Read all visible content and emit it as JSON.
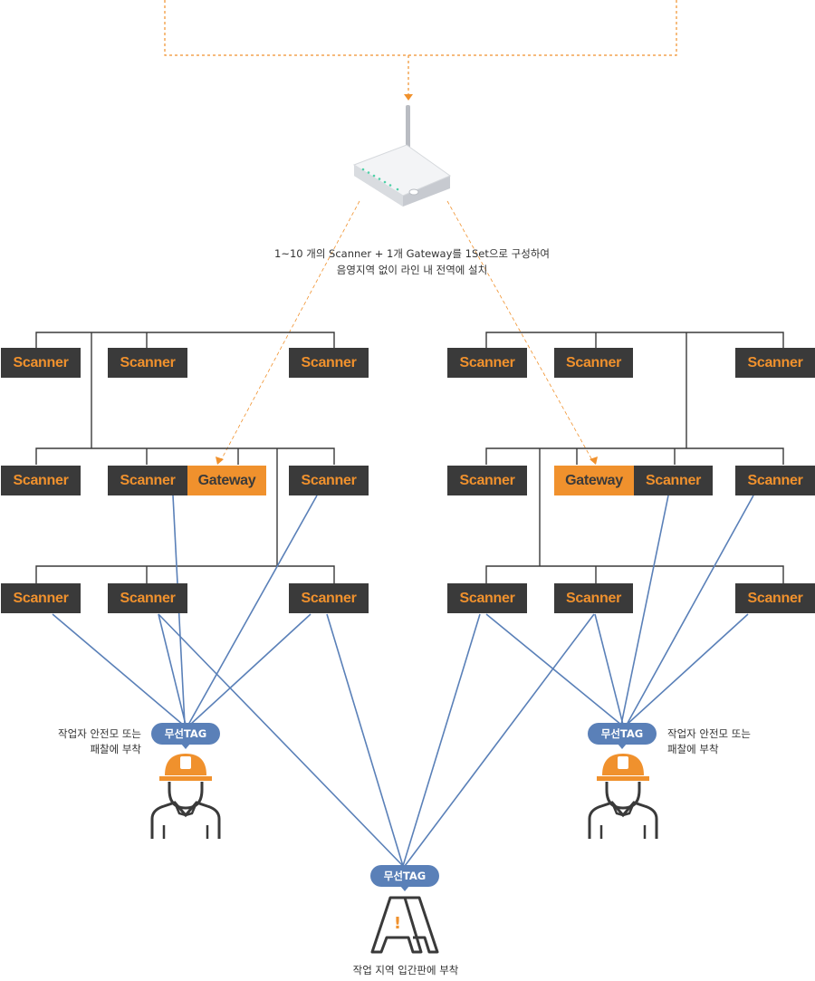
{
  "labels": {
    "scanner": "Scanner",
    "gateway": "Gateway",
    "tag": "무선TAG"
  },
  "caption": {
    "line1": "1~10 개의 Scanner + 1개 Gateway를 1Set으로 구성하여",
    "line2": "음영지역 없이 라인 내 전역에 설치"
  },
  "worker_note": {
    "line1": "작업자 안전모 또는",
    "line2": "패찰에 부착"
  },
  "sign_note": "작업 지역 입간판에 부착",
  "icons": [
    "wireless-router-icon",
    "worker-helmet-icon",
    "warning-sign-icon"
  ],
  "colors": {
    "scanner_bg": "#3a3a3a",
    "scanner_text": "#f0912d",
    "gateway_bg": "#f0912d",
    "gateway_text": "#3a3a3a",
    "tag_bg": "#5a80b8",
    "signal_line": "#5a80b8",
    "dashed_line": "#f0912d",
    "tree_line": "#3a3a3a"
  }
}
